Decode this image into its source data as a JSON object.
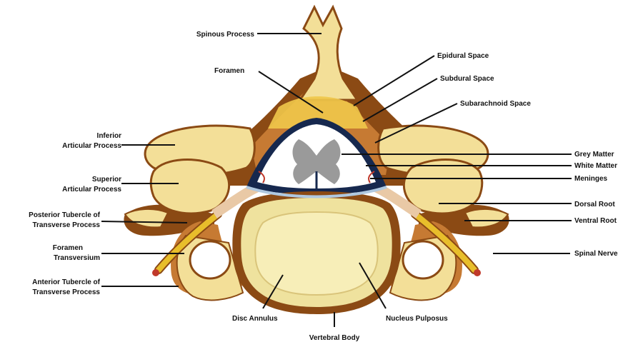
{
  "colors": {
    "bone": "#F3DF98",
    "bone_dark": "#8B4A14",
    "bone_mid": "#C67A33",
    "disc_outer": "#EFE29E",
    "disc_inner": "#F7EEB8",
    "nerve": "#E8BE2B",
    "cord": "#FFFFFF",
    "grey_matter": "#9A9A9A",
    "meninges": "#16284E",
    "epidural": "#F0C84A",
    "ink": "#111111"
  },
  "labels": {
    "spinous_process": "Spinous Process",
    "epidural_space": "Epidural Space",
    "foramen": "Foramen",
    "subdural_space": "Subdural Space",
    "subarachnoid_space": "Subarachnoid Space",
    "inferior_articular_process": [
      "Inferior",
      "Articular Process"
    ],
    "superior_articular_process": [
      "Superior",
      "Articular Process"
    ],
    "grey_matter": "Grey Matter",
    "white_matter": "White Matter",
    "meninges": "Meninges",
    "dorsal_root": "Dorsal Root",
    "ventral_root": "Ventral Root",
    "posterior_tubercle": [
      "Posterior Tubercle of",
      "Transverse Process"
    ],
    "foramen_transversium": [
      "Foramen",
      "Transversium"
    ],
    "spinal_nerve": "Spinal Nerve",
    "anterior_tubercle": [
      "Anterior Tubercle of",
      "Transverse Process"
    ],
    "disc_annulus": "Disc Annulus",
    "nucleus_pulposus": "Nucleus Pulposus",
    "vertebral_body": "Vertebral Body"
  }
}
